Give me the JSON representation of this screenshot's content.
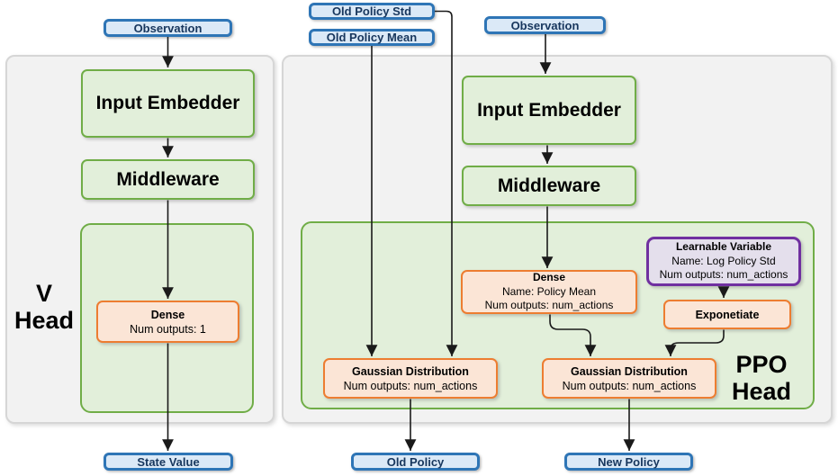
{
  "colors": {
    "blue_border": "#2E75B6",
    "blue_fill": "#DBE9F7",
    "green_border": "#70AD47",
    "green_fill": "#E2EFDA",
    "orange_border": "#ED7D31",
    "orange_fill": "#FBE5D6",
    "purple_border": "#7030A0",
    "purple_fill": "#E4DFEC",
    "panel_fill": "#F2F2F2",
    "edge_color": "#1A1A1A"
  },
  "v_head": {
    "label_top": "V",
    "label_bottom": "Head",
    "observation": "Observation",
    "input_embedder": "Input Embedder",
    "middleware": "Middleware",
    "dense": {
      "title": "Dense",
      "outputs": "Num outputs: 1"
    },
    "output": "State Value"
  },
  "ppo_head": {
    "label_top": "PPO",
    "label_bottom": "Head",
    "inputs": {
      "old_policy_std": "Old Policy Std",
      "old_policy_mean": "Old Policy Mean",
      "observation": "Observation"
    },
    "input_embedder": "Input Embedder",
    "middleware": "Middleware",
    "dense": {
      "title": "Dense",
      "name": "Name: Policy Mean",
      "outputs": "Num outputs: num_actions"
    },
    "learnable_variable": {
      "title": "Learnable Variable",
      "name": "Name: Log Policy Std",
      "outputs": "Num outputs: num_actions"
    },
    "exponetiate": "Exponetiate",
    "gaussian_old": {
      "title": "Gaussian Distribution",
      "outputs": "Num outputs: num_actions"
    },
    "gaussian_new": {
      "title": "Gaussian Distribution",
      "outputs": "Num outputs: num_actions"
    },
    "outputs": {
      "old_policy": "Old Policy",
      "new_policy": "New Policy"
    }
  }
}
